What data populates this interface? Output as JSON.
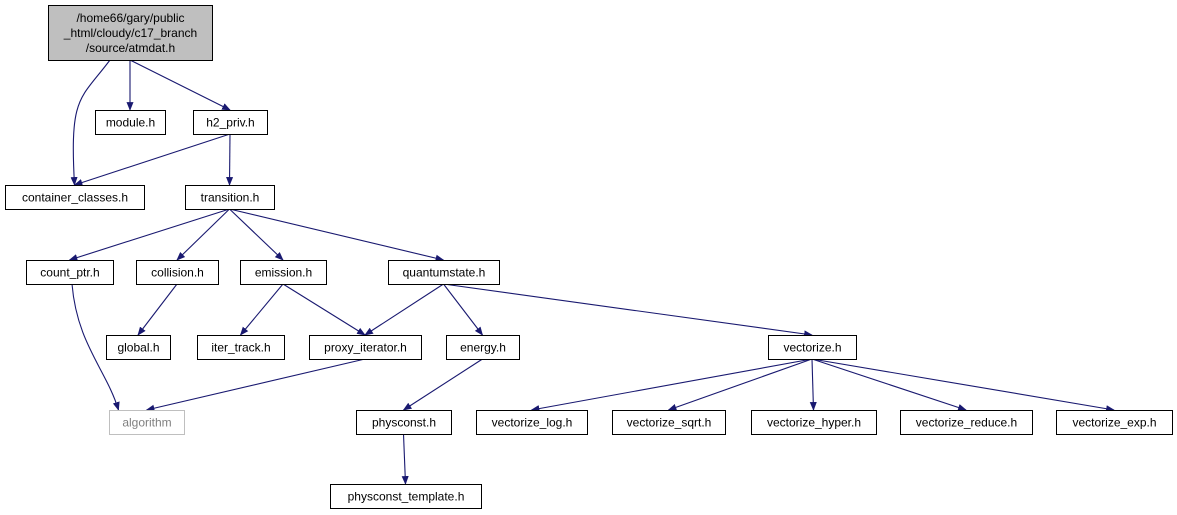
{
  "colors": {
    "edge": "#191970",
    "root_fill": "#bfbfbf",
    "node_fill": "#ffffff",
    "node_border": "#000000",
    "external_border": "#bfbfbf",
    "external_text": "#7f7f7f"
  },
  "nodes": {
    "atmdat": {
      "lines": [
        "/home66/gary/public",
        "_html/cloudy/c17_branch",
        "/source/atmdat.h"
      ],
      "kind": "root"
    },
    "module": {
      "label": "module.h"
    },
    "h2_priv": {
      "label": "h2_priv.h"
    },
    "container_classes": {
      "label": "container_classes.h"
    },
    "transition": {
      "label": "transition.h"
    },
    "count_ptr": {
      "label": "count_ptr.h"
    },
    "collision": {
      "label": "collision.h"
    },
    "emission": {
      "label": "emission.h"
    },
    "quantumstate": {
      "label": "quantumstate.h"
    },
    "global": {
      "label": "global.h"
    },
    "iter_track": {
      "label": "iter_track.h"
    },
    "proxy_iterator": {
      "label": "proxy_iterator.h"
    },
    "energy": {
      "label": "energy.h"
    },
    "vectorize": {
      "label": "vectorize.h"
    },
    "algorithm": {
      "label": "algorithm",
      "kind": "external"
    },
    "physconst": {
      "label": "physconst.h"
    },
    "vectorize_log": {
      "label": "vectorize_log.h"
    },
    "vectorize_sqrt": {
      "label": "vectorize_sqrt.h"
    },
    "vectorize_hyper": {
      "label": "vectorize_hyper.h"
    },
    "vectorize_reduce": {
      "label": "vectorize_reduce.h"
    },
    "vectorize_exp": {
      "label": "vectorize_exp.h"
    },
    "physconst_template": {
      "label": "physconst_template.h"
    }
  },
  "edges": [
    [
      "atmdat",
      "container_classes"
    ],
    [
      "atmdat",
      "module"
    ],
    [
      "atmdat",
      "h2_priv"
    ],
    [
      "h2_priv",
      "container_classes"
    ],
    [
      "h2_priv",
      "transition"
    ],
    [
      "transition",
      "count_ptr"
    ],
    [
      "transition",
      "collision"
    ],
    [
      "transition",
      "emission"
    ],
    [
      "transition",
      "quantumstate"
    ],
    [
      "count_ptr",
      "algorithm"
    ],
    [
      "collision",
      "global"
    ],
    [
      "emission",
      "iter_track"
    ],
    [
      "emission",
      "proxy_iterator"
    ],
    [
      "quantumstate",
      "proxy_iterator"
    ],
    [
      "quantumstate",
      "energy"
    ],
    [
      "quantumstate",
      "vectorize"
    ],
    [
      "proxy_iterator",
      "algorithm"
    ],
    [
      "energy",
      "physconst"
    ],
    [
      "physconst",
      "physconst_template"
    ],
    [
      "vectorize",
      "vectorize_log"
    ],
    [
      "vectorize",
      "vectorize_sqrt"
    ],
    [
      "vectorize",
      "vectorize_hyper"
    ],
    [
      "vectorize",
      "vectorize_reduce"
    ],
    [
      "vectorize",
      "vectorize_exp"
    ]
  ]
}
